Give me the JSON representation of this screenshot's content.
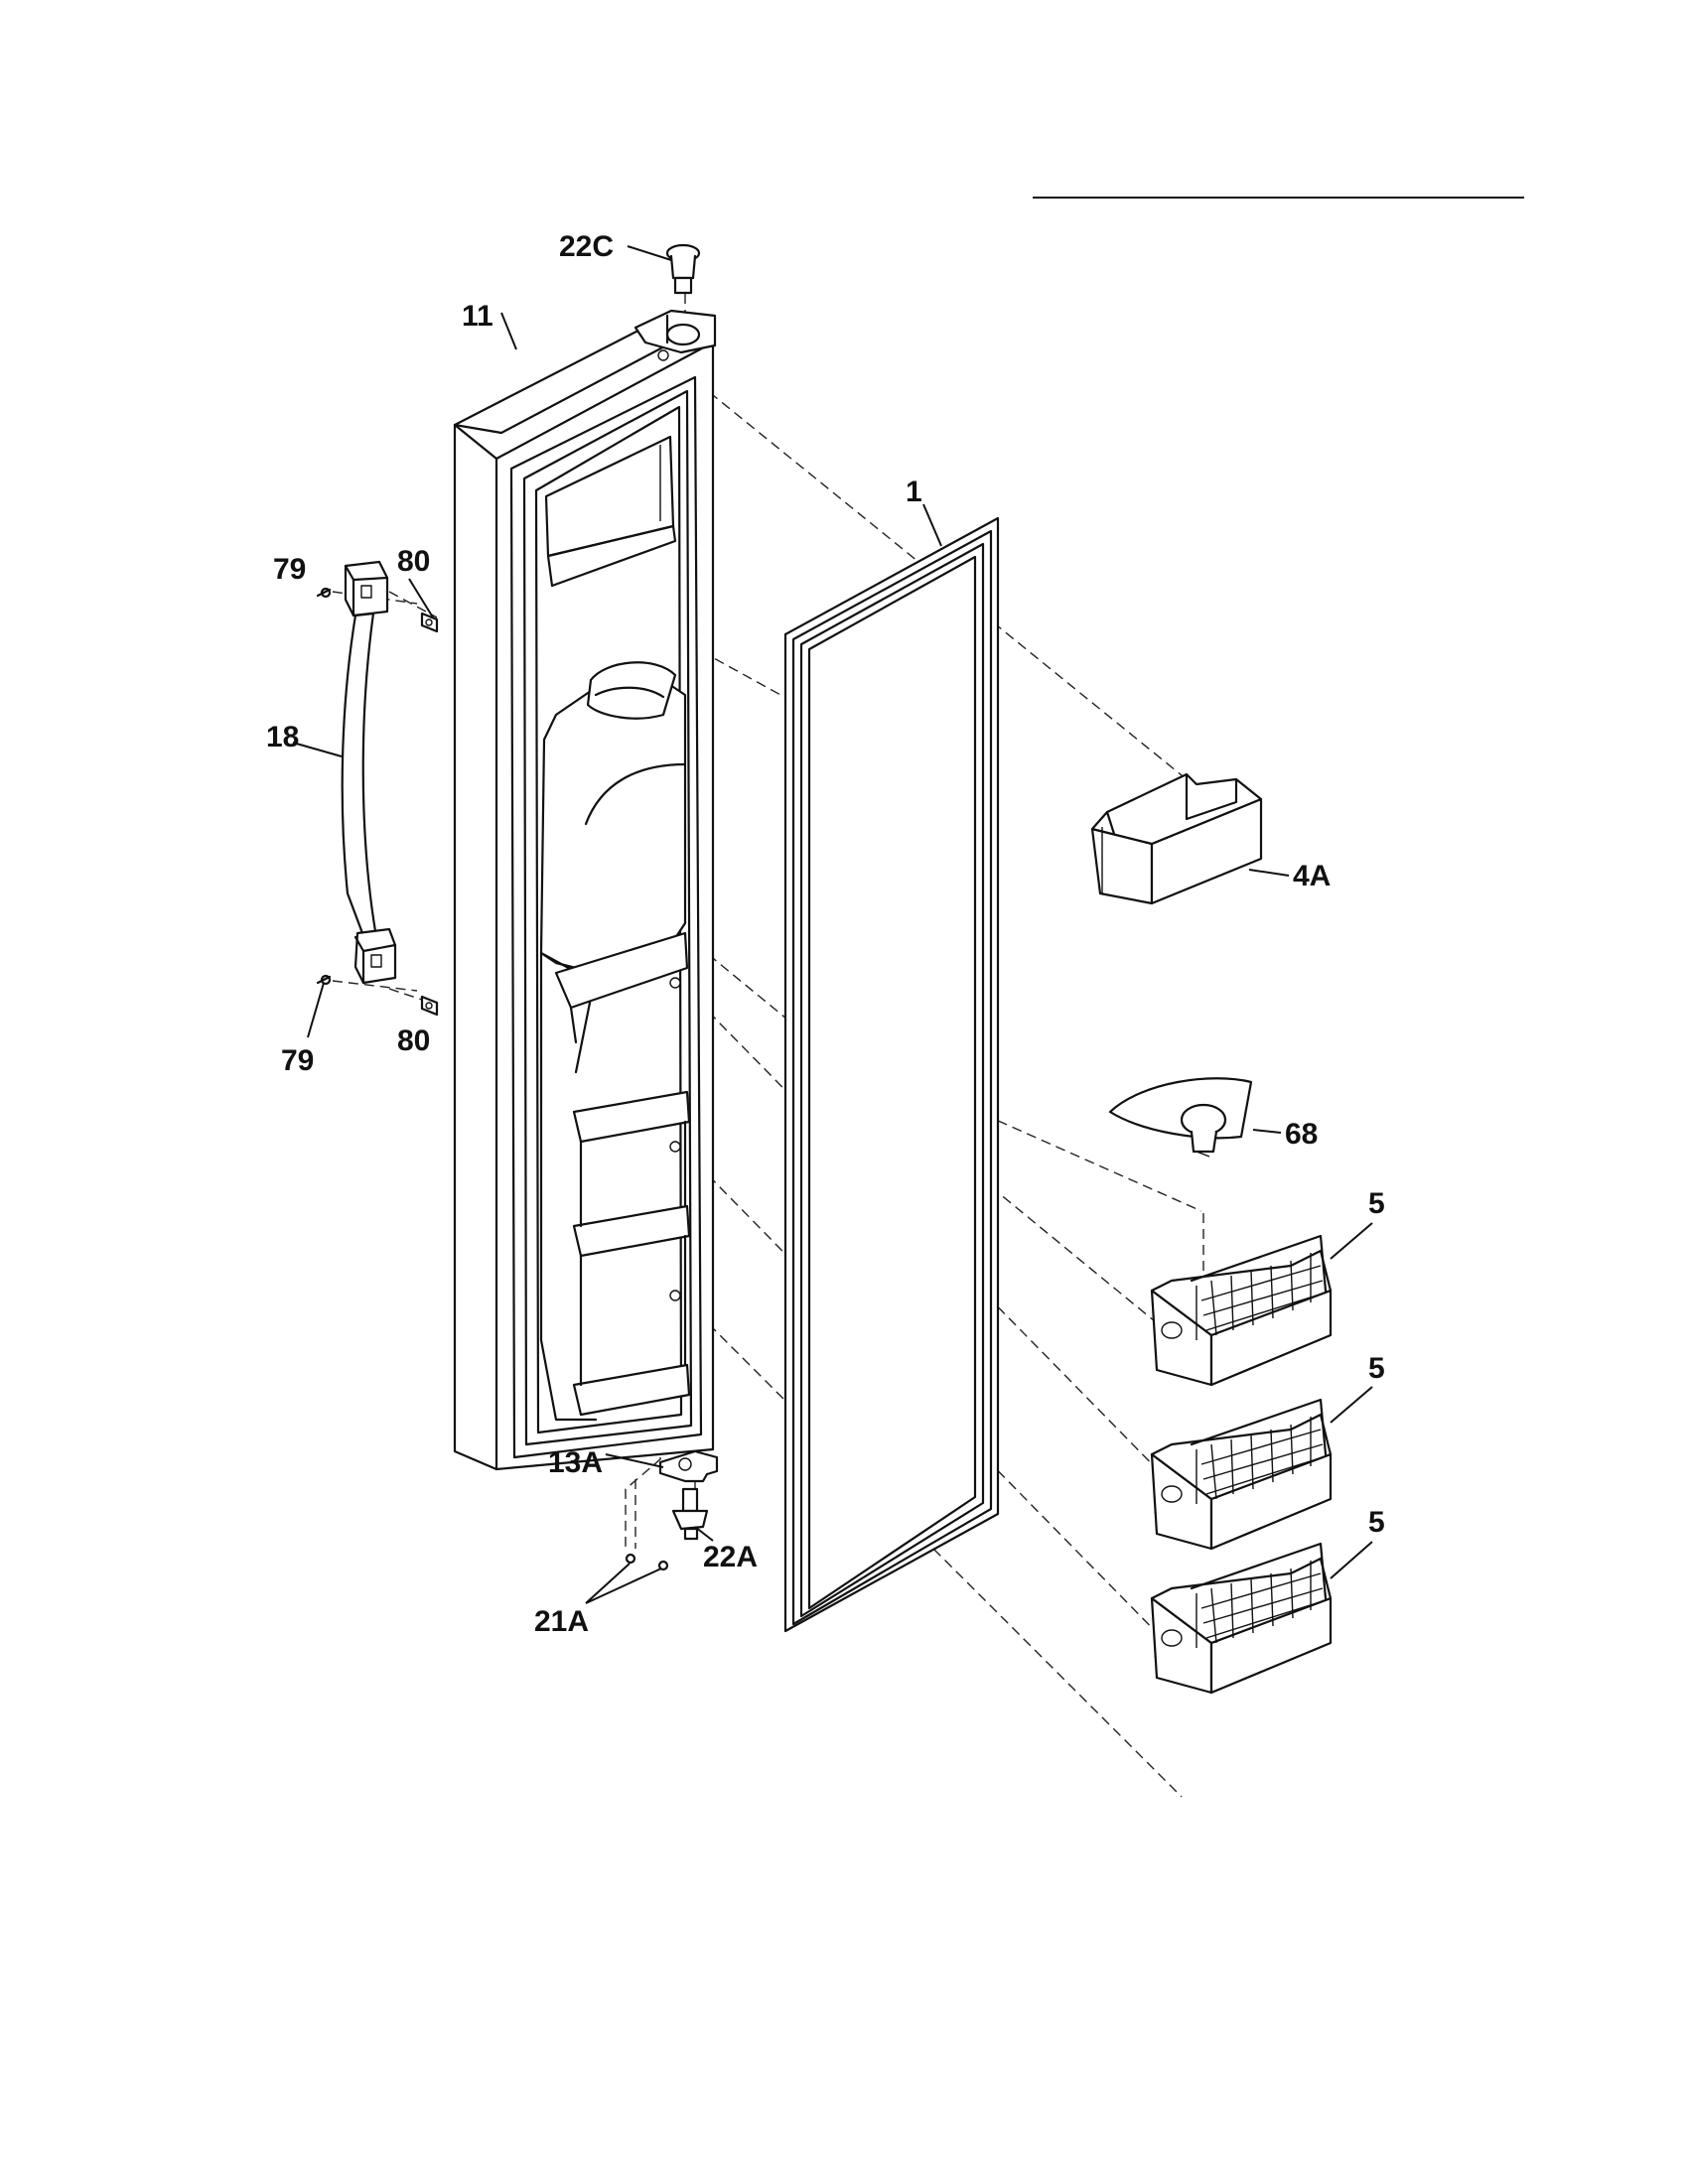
{
  "diagram": {
    "callouts": {
      "p22c": "22C",
      "p11": "11",
      "p1": "1",
      "p79_top": "79",
      "p80_top": "80",
      "p18": "18",
      "p4a": "4A",
      "p79_bottom": "79",
      "p80_bottom": "80",
      "p68": "68",
      "p5_top": "5",
      "p5_middle": "5",
      "p5_bottom": "5",
      "p13a": "13A",
      "p22a": "22A",
      "p21a": "21A"
    },
    "colors": {
      "line": "#111111",
      "background": "#ffffff"
    }
  }
}
